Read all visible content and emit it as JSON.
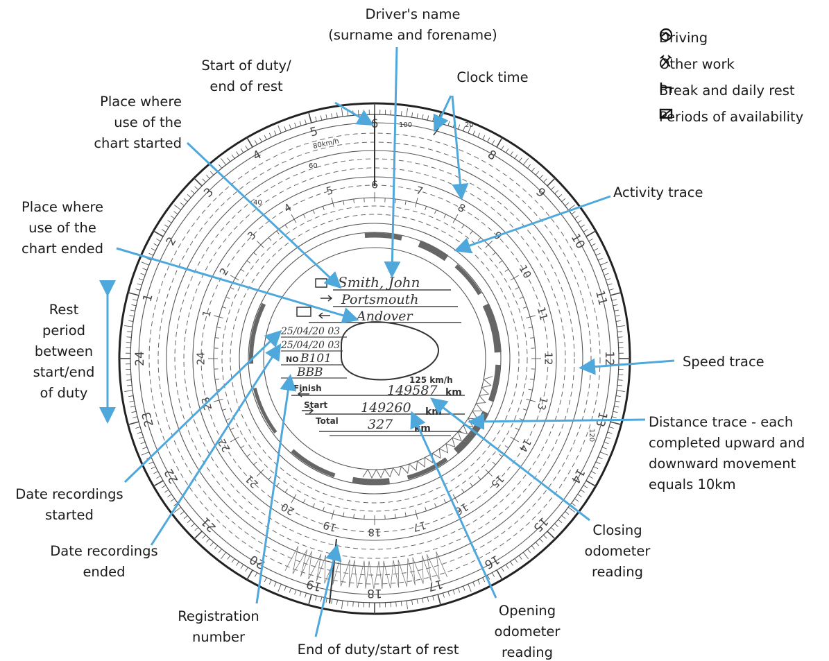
{
  "legend": {
    "items": [
      {
        "icon": "driving-icon",
        "label": "Driving"
      },
      {
        "icon": "other-work-icon",
        "label": "Other work"
      },
      {
        "icon": "break-rest-icon",
        "label": "Break and daily rest"
      },
      {
        "icon": "availability-icon",
        "label": "Periods of availability"
      }
    ]
  },
  "callouts": {
    "drivers_name": [
      "Driver's name",
      "(surname and forename)"
    ],
    "start_of_duty": [
      "Start of duty/",
      "end of rest"
    ],
    "clock_time": [
      "Clock time"
    ],
    "place_started": [
      "Place where",
      "use of the",
      "chart started"
    ],
    "place_ended": [
      "Place where",
      "use of the",
      "chart ended"
    ],
    "activity_trace": [
      "Activity trace"
    ],
    "rest_period": [
      "Rest",
      "period",
      "between",
      "start/end",
      "of duty"
    ],
    "speed_trace": [
      "Speed trace"
    ],
    "distance_trace": [
      "Distance trace - each",
      "completed upward and",
      "downward movement",
      "equals 10km"
    ],
    "date_started": [
      "Date recordings",
      "started"
    ],
    "date_ended": [
      "Date recordings",
      "ended"
    ],
    "closing_odometer": [
      "Closing",
      "odometer",
      "reading"
    ],
    "opening_odometer": [
      "Opening",
      "odometer",
      "reading"
    ],
    "registration": [
      "Registration",
      "number"
    ],
    "end_of_duty": [
      "End of duty/start of rest"
    ]
  },
  "chart": {
    "driver_name": "Smith, John",
    "place_start": "Portsmouth",
    "place_end": "Andover",
    "date_start": "25/04/20 03",
    "date_end": "25/04/20 03",
    "reg_prefix": "NO",
    "reg_number": "B101",
    "reg_letters": "BBB",
    "max_speed": "125 km/h",
    "finish_label": "Finish",
    "finish_value": "149587",
    "start_label": "Start",
    "start_value": "149260",
    "total_label": "Total",
    "total_value": "327",
    "km_unit": "km",
    "speed_unit": "80km/h",
    "speed_100": "100",
    "speed_120": "120",
    "speed_60": "60",
    "speed_40": "40",
    "speed_20": "20"
  },
  "colors": {
    "accent": "#4fa8dc",
    "ink": "#333333"
  }
}
